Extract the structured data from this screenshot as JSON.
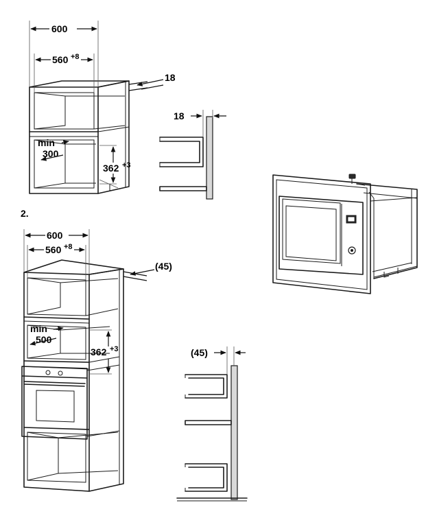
{
  "figure1": {
    "dim_width": "600",
    "dim_inner": "560",
    "dim_inner_tol": "+8",
    "dim_panel": "18",
    "dim_min_label": "min",
    "dim_min_value": "300",
    "dim_height": "362",
    "dim_height_tol": "+3",
    "detail_dim": "18"
  },
  "figure2": {
    "number": "2.",
    "dim_width": "600",
    "dim_inner": "560",
    "dim_inner_tol": "+8",
    "dim_panel": "(45)",
    "dim_min_label": "min",
    "dim_min_value": "500",
    "dim_height": "362",
    "dim_height_tol": "+3",
    "detail_dim": "(45)"
  }
}
